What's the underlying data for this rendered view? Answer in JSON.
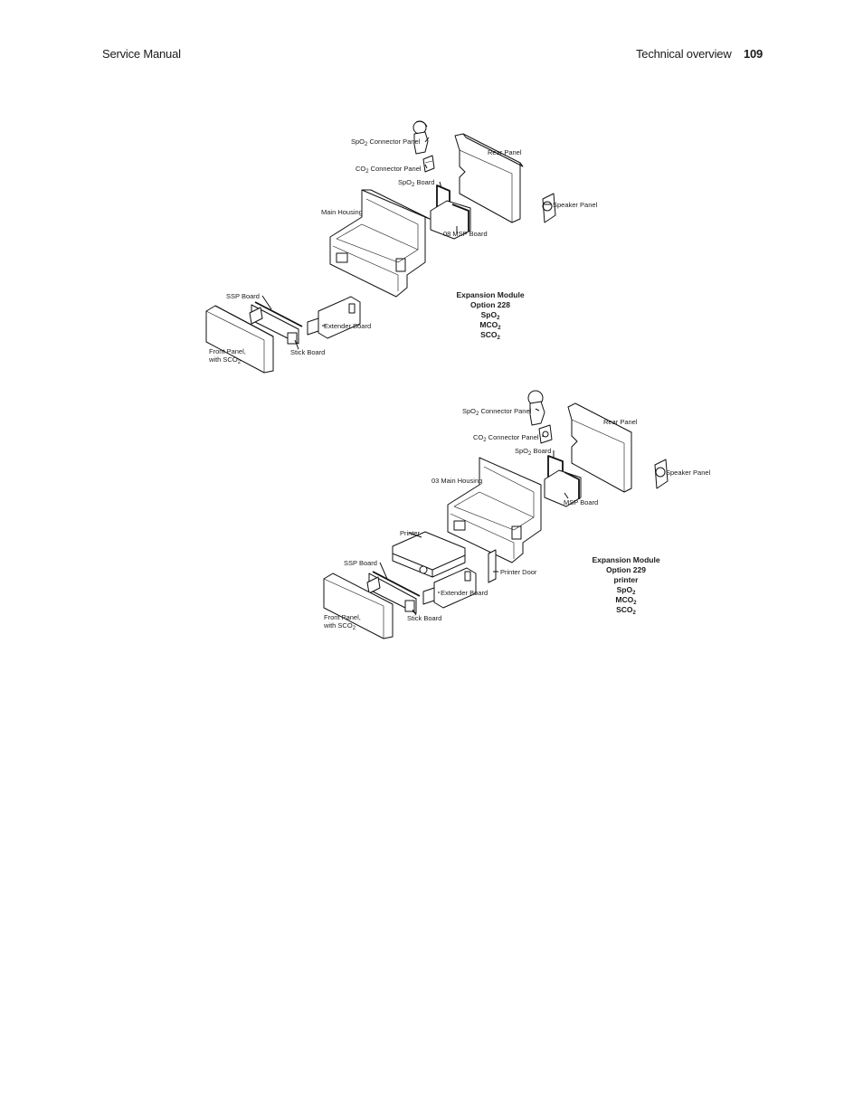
{
  "header": {
    "left": "Service Manual",
    "section": "Technical overview",
    "page_number": "109"
  },
  "figure1": {
    "labels": {
      "spo2_connector_panel": [
        "SpO",
        "2",
        " Connector Panel"
      ],
      "co2_connector_panel": [
        "CO",
        "2",
        " Connector Panel"
      ],
      "spo2_board": [
        "SpO",
        "2",
        " Board"
      ],
      "main_housing": "Main Housing",
      "rear_panel": "Rear Panel",
      "speaker_panel": "Speaker Panel",
      "msp_board": "08 MSP Board",
      "ssp_board": "SSP Board",
      "extender_board": "Extender Board",
      "stick_board": "Stick Board",
      "front_panel_1": "Front Panel,",
      "front_panel_2": [
        "with SCO",
        "2"
      ]
    },
    "caption": {
      "line1": "Expansion Module",
      "line2": "Option 228",
      "line3": [
        "SpO",
        "2"
      ],
      "line4": [
        "MCO",
        "2"
      ],
      "line5": [
        "SCO",
        "2"
      ]
    }
  },
  "figure2": {
    "labels": {
      "spo2_connector_panel": [
        "SpO",
        "2",
        " Connector Panel"
      ],
      "co2_connector_panel": [
        "CO",
        "2",
        " Connector Panel"
      ],
      "spo2_board": [
        "SpO",
        "2",
        " Board"
      ],
      "main_housing": "03 Main Housing",
      "rear_panel": "Rear Panel",
      "speaker_panel": "Speaker Panel",
      "msp_board": "MSP Board",
      "printer": "Printer",
      "printer_door": "Printer Door",
      "ssp_board": "SSP Board",
      "extender_board": "Extender Board",
      "stick_board": "Stick Board",
      "front_panel_1": "Front Panel,",
      "front_panel_2": [
        "with SCO",
        "2"
      ]
    },
    "caption": {
      "line1": "Expansion Module",
      "line2": "Option 229",
      "line3": "printer",
      "line4": [
        "SpO",
        "2"
      ],
      "line5": [
        "MCO",
        "2"
      ],
      "line6": [
        "SCO",
        "2"
      ]
    }
  }
}
